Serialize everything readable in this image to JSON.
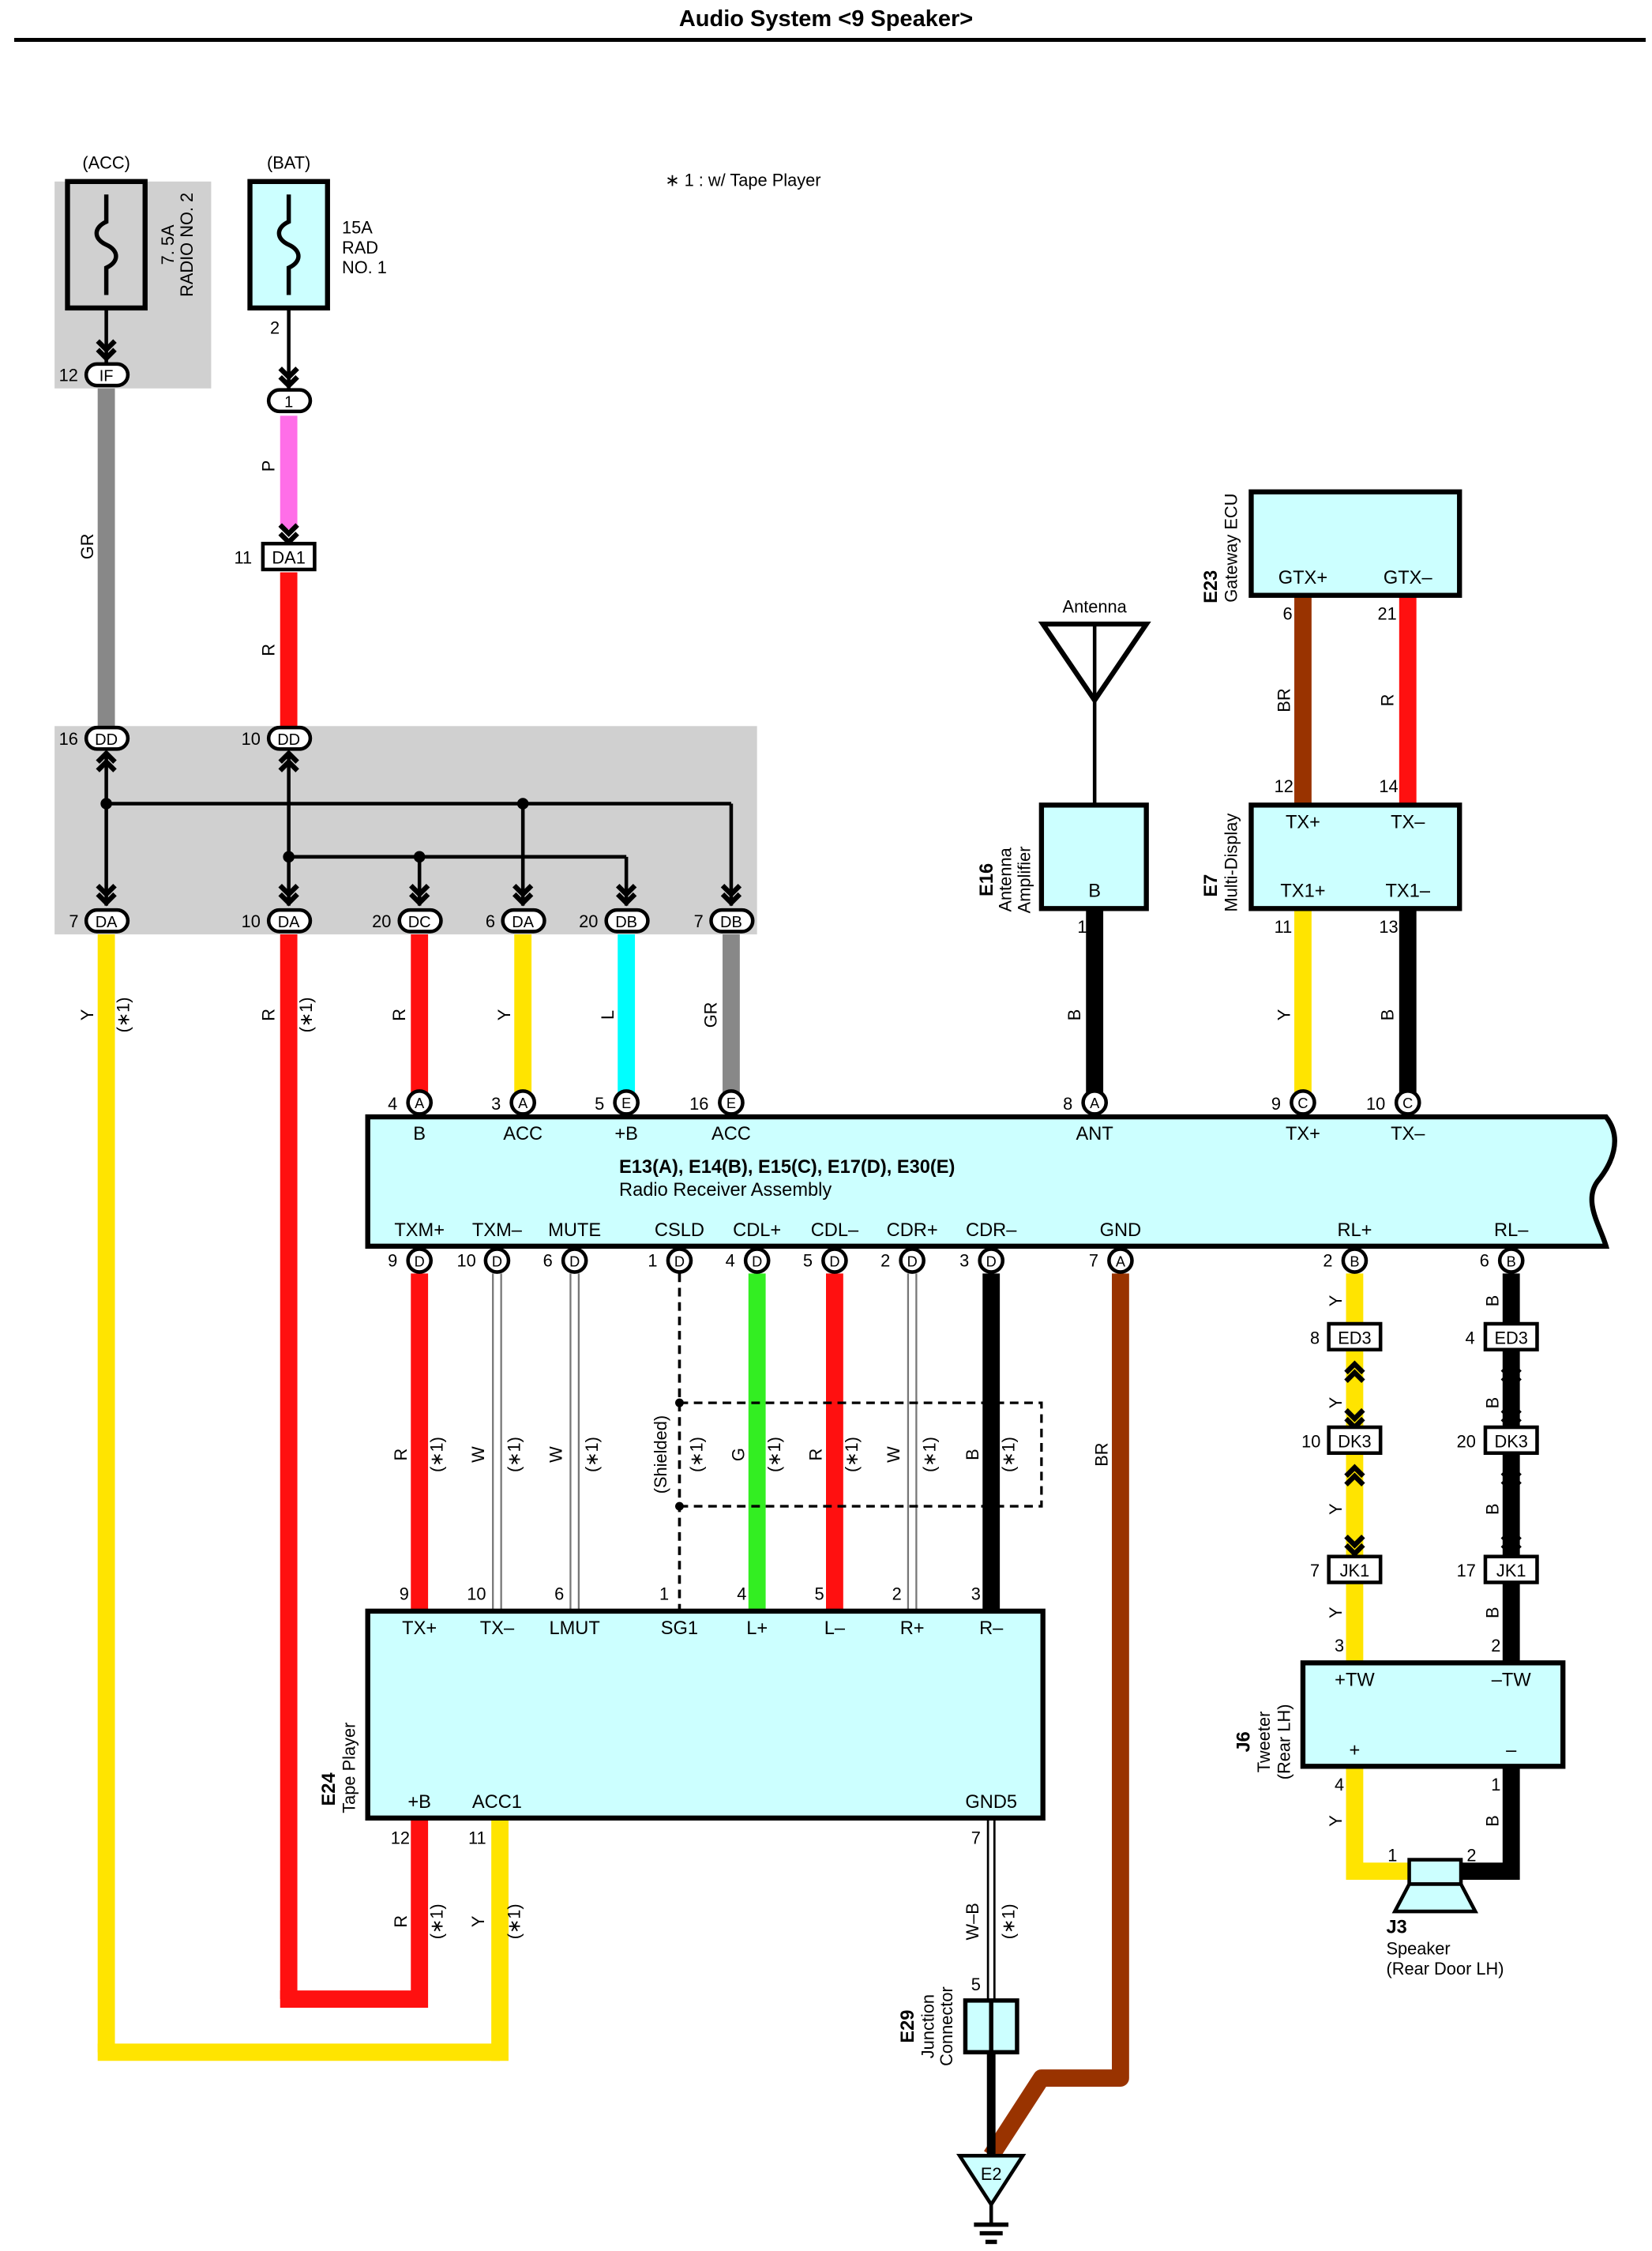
{
  "title": "Audio System <9 Speaker>",
  "note": "∗ 1 : w/ Tape Player",
  "colors": {
    "wire_Y": "#ffe400",
    "wire_R": "#ff1010",
    "wire_GR": "#888888",
    "wire_P": "#ff6ee8",
    "wire_L": "#00ffff",
    "wire_G": "#33ee22",
    "wire_BR": "#993300",
    "wire_B": "#000000",
    "wire_W": "#ffffff",
    "component_fill": "#ccffff",
    "junction_block_fill": "#d0d0d0"
  },
  "fuses": {
    "acc": {
      "supply": "(ACC)",
      "rating": "7. 5A",
      "name": "RADIO NO. 2",
      "pin": "12",
      "connector": "IF",
      "wire": "GR"
    },
    "bat": {
      "supply": "(BAT)",
      "rating": "15A",
      "name1": "RAD",
      "name2": "NO. 1",
      "pin": "2",
      "connector": "1",
      "wire": "P"
    }
  },
  "da1": {
    "pin": "11",
    "connector": "DA1",
    "wire": "R"
  },
  "junction": {
    "in": [
      {
        "pin": "16",
        "connector": "DD"
      },
      {
        "pin": "10",
        "connector": "DD"
      }
    ],
    "out": [
      {
        "pin": "7",
        "connector": "DA",
        "wire": "Y"
      },
      {
        "pin": "10",
        "connector": "DA",
        "wire": "R"
      },
      {
        "pin": "20",
        "connector": "DC",
        "wire": "R"
      },
      {
        "pin": "6",
        "connector": "DA",
        "wire": "Y"
      },
      {
        "pin": "20",
        "connector": "DB",
        "wire": "L"
      },
      {
        "pin": "7",
        "connector": "DB",
        "wire": "GR"
      }
    ]
  },
  "star1": "(∗1)",
  "antenna": {
    "label": "Antenna",
    "code": "E16",
    "name1": "Antenna",
    "name2": "Amplifier",
    "terminal": "B",
    "pin": "1",
    "wire": "B"
  },
  "gateway": {
    "code": "E23",
    "name": "Gateway ECU",
    "terminals": [
      "GTX+",
      "GTX–"
    ],
    "pins": [
      "6",
      "21"
    ],
    "wires": [
      "BR",
      "R"
    ]
  },
  "multidisplay": {
    "code": "E7",
    "name": "Multi-Display",
    "top_terminals": [
      "TX+",
      "TX–"
    ],
    "top_pins": [
      "12",
      "14"
    ],
    "terminals": [
      "TX1+",
      "TX1–"
    ],
    "pins": [
      "11",
      "13"
    ],
    "wires": [
      "Y",
      "B"
    ]
  },
  "radio": {
    "codes": "E13(A), E14(B), E15(C), E17(D), E30(E)",
    "name": "Radio Receiver Assembly",
    "top": [
      {
        "pin": "4",
        "conn": "A",
        "label": "B"
      },
      {
        "pin": "3",
        "conn": "A",
        "label": "ACC"
      },
      {
        "pin": "5",
        "conn": "E",
        "label": "+B"
      },
      {
        "pin": "16",
        "conn": "E",
        "label": "ACC"
      },
      {
        "pin": "8",
        "conn": "A",
        "label": "ANT"
      },
      {
        "pin": "9",
        "conn": "C",
        "label": "TX+"
      },
      {
        "pin": "10",
        "conn": "C",
        "label": "TX–"
      }
    ],
    "bottom": [
      {
        "pin": "9",
        "conn": "D",
        "label": "TXM+",
        "wire": "R"
      },
      {
        "pin": "10",
        "conn": "D",
        "label": "TXM–",
        "wire": "W"
      },
      {
        "pin": "6",
        "conn": "D",
        "label": "MUTE",
        "wire": "W"
      },
      {
        "pin": "1",
        "conn": "D",
        "label": "CSLD",
        "wire": "(Shielded)"
      },
      {
        "pin": "4",
        "conn": "D",
        "label": "CDL+",
        "wire": "G"
      },
      {
        "pin": "5",
        "conn": "D",
        "label": "CDL–",
        "wire": "R"
      },
      {
        "pin": "2",
        "conn": "D",
        "label": "CDR+",
        "wire": "W"
      },
      {
        "pin": "3",
        "conn": "D",
        "label": "CDR–",
        "wire": "B"
      },
      {
        "pin": "7",
        "conn": "A",
        "label": "GND",
        "wire": "BR"
      },
      {
        "pin": "2",
        "conn": "B",
        "label": "RL+",
        "wire": "Y"
      },
      {
        "pin": "6",
        "conn": "B",
        "label": "RL–",
        "wire": "B"
      }
    ]
  },
  "tape": {
    "code": "E24",
    "name": "Tape Player",
    "top": [
      {
        "pin": "9",
        "label": "TX+"
      },
      {
        "pin": "10",
        "label": "TX–"
      },
      {
        "pin": "6",
        "label": "LMUT"
      },
      {
        "pin": "1",
        "label": "SG1"
      },
      {
        "pin": "4",
        "label": "L+"
      },
      {
        "pin": "5",
        "label": "L–"
      },
      {
        "pin": "2",
        "label": "R+"
      },
      {
        "pin": "3",
        "label": "R–"
      }
    ],
    "bottom": [
      {
        "pin": "12",
        "label": "+B",
        "wire": "R"
      },
      {
        "pin": "11",
        "label": "ACC1",
        "wire": "Y"
      },
      {
        "pin": "7",
        "label": "GND5",
        "wire": "W–B"
      }
    ]
  },
  "junction_connector": {
    "code": "E29",
    "name1": "Junction",
    "name2": "Connector",
    "pin": "5"
  },
  "ground": "E2",
  "inline": [
    {
      "pin": "8",
      "conn": "ED3",
      "pin2": "4",
      "wire_left": "Y",
      "wire_right": "B"
    },
    {
      "pin": "10",
      "conn": "DK3",
      "pin2": "20",
      "wire_left": "Y",
      "wire_right": "B"
    },
    {
      "pin": "7",
      "conn": "JK1",
      "pin2": "17",
      "wire_left": "Y",
      "wire_right": "B"
    }
  ],
  "tweeter": {
    "code": "J6",
    "name1": "Tweeter",
    "name2": "(Rear LH)",
    "top_terminals": [
      "+TW",
      "–TW"
    ],
    "top_pins": [
      "3",
      "2"
    ],
    "bottom_terminals": [
      "+",
      "–"
    ],
    "bottom_pins": [
      "4",
      "1"
    ],
    "wires": [
      "Y",
      "B"
    ]
  },
  "speaker": {
    "code": "J3",
    "name1": "Speaker",
    "name2": "(Rear Door LH)",
    "pins": [
      "1",
      "2"
    ]
  }
}
